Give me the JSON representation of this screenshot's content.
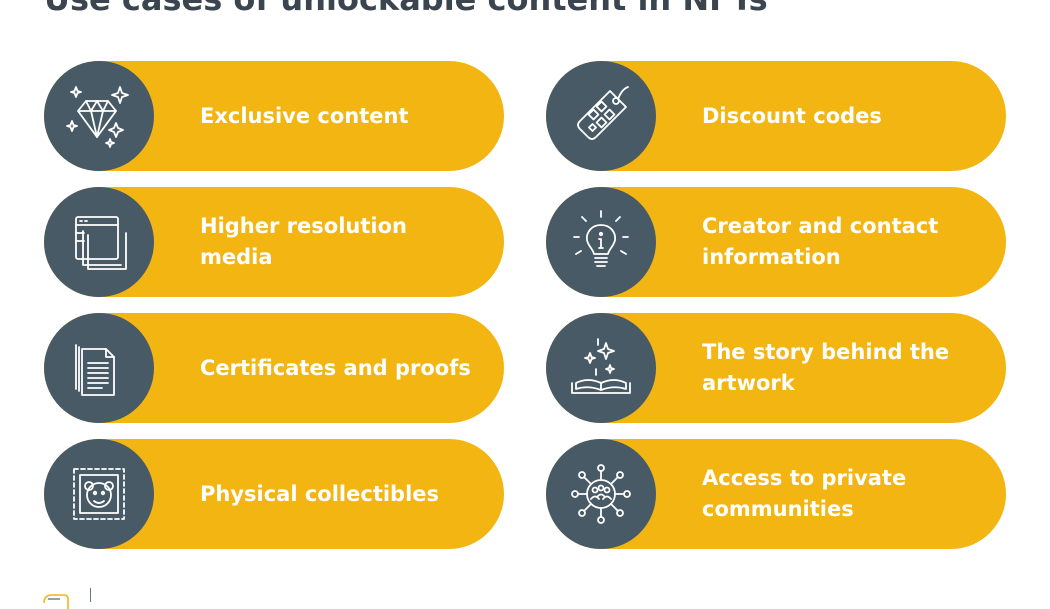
{
  "title": "Use cases of unlockable content in NFTs",
  "items": [
    {
      "label": "Exclusive content",
      "icon": "diamond-icon"
    },
    {
      "label": "Discount codes",
      "icon": "price-tag-icon"
    },
    {
      "label": "Higher resolution media",
      "icon": "layered-windows-icon"
    },
    {
      "label": "Creator and contact information",
      "icon": "info-lightbulb-icon"
    },
    {
      "label": "Certificates and proofs",
      "icon": "documents-icon"
    },
    {
      "label": "The story behind the artwork",
      "icon": "open-book-icon"
    },
    {
      "label": "Physical collectibles",
      "icon": "stamp-icon"
    },
    {
      "label": "Access to private communities",
      "icon": "community-network-icon"
    }
  ],
  "colors": {
    "pill": "#f2b511",
    "circle": "#475a66",
    "label": "#ffffff",
    "title": "#3a4550"
  }
}
